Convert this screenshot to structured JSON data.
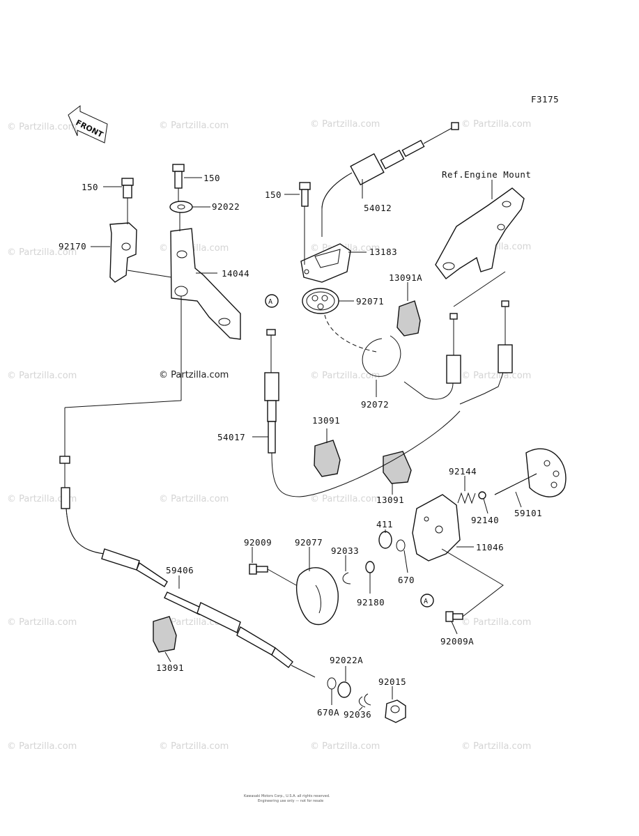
{
  "figure_code": "F3175",
  "front_label": "FRONT",
  "callout_marker": "A",
  "watermark": "© Partzilla.com",
  "footer_line1": "Kawasaki Motors Corp., U.S.A. all rights reserved.",
  "footer_line2": "Engineering use only — not for resale",
  "ref_label": "Ref.Engine Mount",
  "parts": [
    {
      "no": "150"
    },
    {
      "no": "150"
    },
    {
      "no": "150"
    },
    {
      "no": "92022"
    },
    {
      "no": "92170"
    },
    {
      "no": "14044"
    },
    {
      "no": "54012"
    },
    {
      "no": "13183"
    },
    {
      "no": "13091A"
    },
    {
      "no": "92071"
    },
    {
      "no": "92072"
    },
    {
      "no": "54017"
    },
    {
      "no": "13091"
    },
    {
      "no": "13091"
    },
    {
      "no": "92144"
    },
    {
      "no": "92140"
    },
    {
      "no": "59101"
    },
    {
      "no": "411"
    },
    {
      "no": "11046"
    },
    {
      "no": "670"
    },
    {
      "no": "92009"
    },
    {
      "no": "92077"
    },
    {
      "no": "92033"
    },
    {
      "no": "92180"
    },
    {
      "no": "59406"
    },
    {
      "no": "92009A"
    },
    {
      "no": "13091"
    },
    {
      "no": "92022A"
    },
    {
      "no": "92015"
    },
    {
      "no": "670A"
    },
    {
      "no": "92036"
    }
  ]
}
